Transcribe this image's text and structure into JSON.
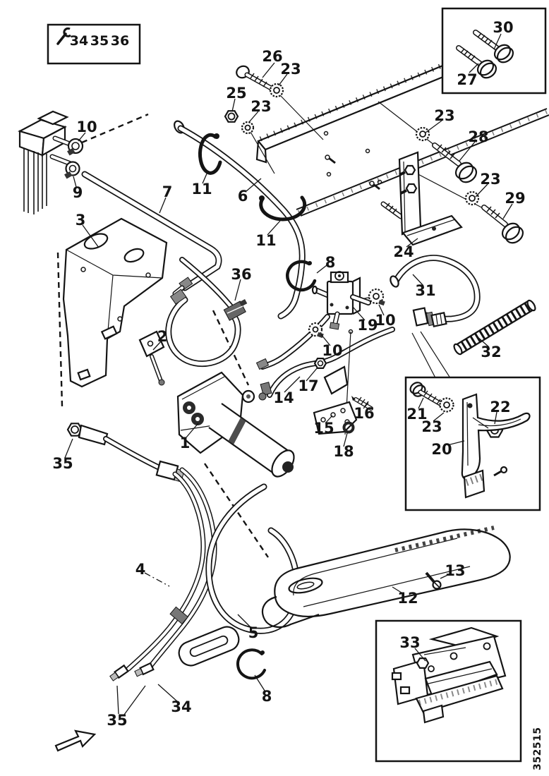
{
  "diagram": {
    "type": "exploded-parts-diagram",
    "drawing_number": "352515",
    "line_color": "#141414",
    "paper_color": "#ffffff",
    "shade_color": "#777777"
  },
  "legend": {
    "icon": "wrench-icon",
    "items": [
      "34",
      "35",
      "36"
    ]
  },
  "insets": {
    "top_right_contains": [
      "30",
      "27"
    ],
    "mid_right_contains": [
      "21",
      "23",
      "22",
      "20"
    ],
    "bottom_right_contains": [
      "33"
    ]
  },
  "callouts": {
    "c30": "30",
    "c27": "27",
    "c26": "26",
    "c23a": "23",
    "c25": "25",
    "c23b": "23",
    "c23c": "23",
    "c28": "28",
    "c23d": "23",
    "c29": "29",
    "c24": "24",
    "c10a": "10",
    "c9": "9",
    "c3": "3",
    "c7": "7",
    "c11a": "11",
    "c6": "6",
    "c11b": "11",
    "c8a": "8",
    "c36": "36",
    "c31": "31",
    "c19": "19",
    "c10b": "10",
    "c32": "32",
    "c10c": "10",
    "c17": "17",
    "c14": "14",
    "c2": "2",
    "c16": "16",
    "c15": "15",
    "c18": "18",
    "c1": "1",
    "c21": "21",
    "c23e": "23",
    "c22": "22",
    "c20": "20",
    "c35a": "35",
    "c4": "4",
    "c5": "5",
    "c8b": "8",
    "c34a": "34",
    "c35b": "35",
    "c13": "13",
    "c12": "12",
    "c33": "33"
  }
}
